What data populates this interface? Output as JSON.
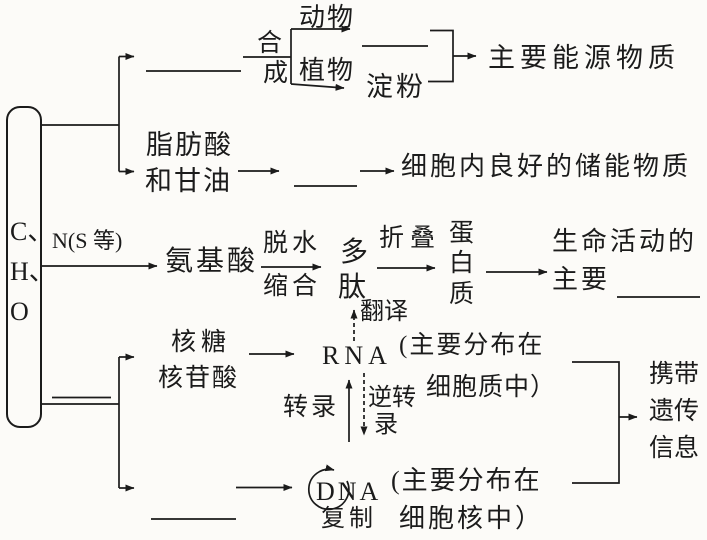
{
  "colors": {
    "ink": "#1b1b1b",
    "background": "#fcfbf8"
  },
  "source_box": {
    "lines": [
      "C、",
      "H、",
      "O"
    ]
  },
  "sugar_branch": {
    "synthesis_top": "合",
    "synthesis_bottom": "成",
    "animal": "动物",
    "plant": "植物",
    "starch": "淀粉",
    "result": "主要能源物质"
  },
  "lipid_branch": {
    "monomer_line1": "脂肪酸",
    "monomer_line2": "和甘油",
    "result": "细胞内良好的储能物质"
  },
  "protein_branch": {
    "element_label": "N(S 等)",
    "amino_acid": "氨基酸",
    "process_top": "脱水",
    "process_bottom": "缩合",
    "polypeptide": [
      "多",
      "肽"
    ],
    "folding": "折叠",
    "protein": [
      "蛋",
      "白",
      "质"
    ],
    "result_line1": "生命活动的",
    "result_line2": "主要"
  },
  "nucleic_branch": {
    "monomer_line1": "核糖",
    "monomer_line2": "核苷酸",
    "rna": "RNA",
    "rna_note_line1": "(主要分布在",
    "rna_note_line2": "细胞质中）",
    "translation": "翻译",
    "transcription": "转录",
    "reverse_transcription_line1": "逆转",
    "reverse_transcription_line2": "录",
    "dna": "DNA",
    "replication": "复制",
    "dna_note_line1": "(主要分布在",
    "dna_note_line2": "细胞核中）",
    "result": [
      "携带",
      "遗传",
      "信息"
    ]
  }
}
